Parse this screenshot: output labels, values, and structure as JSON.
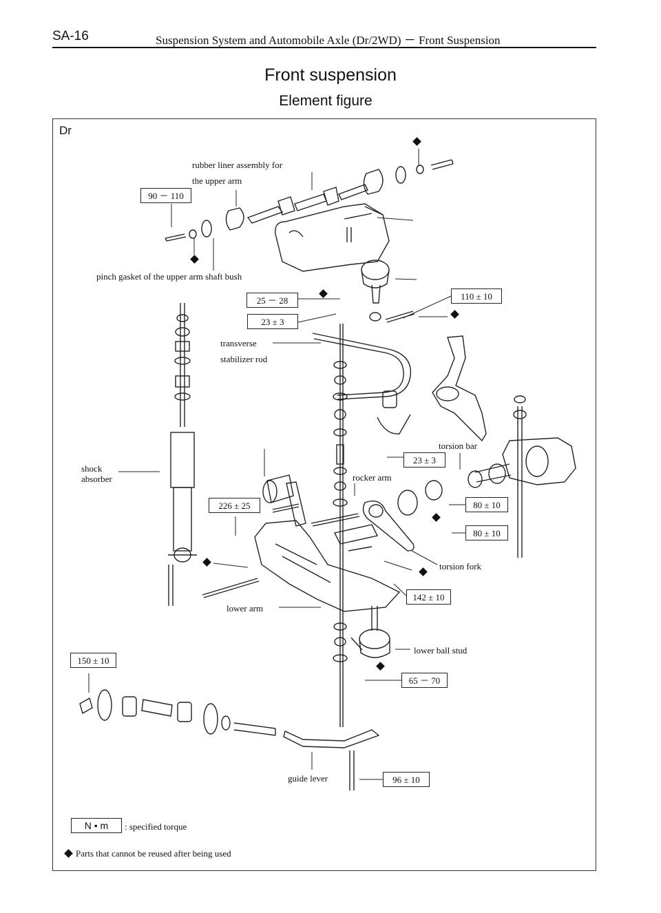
{
  "header": {
    "page_code": "SA-16",
    "title": "Suspension System and Automobile Axle (Dr/2WD) － Front Suspension"
  },
  "page_title": "Front  suspension",
  "subtitle": "Element figure",
  "variant": "Dr",
  "labels": {
    "rubber_liner": "rubber liner assembly for",
    "rubber_liner2": "the upper arm",
    "pinch_gasket": "pinch gasket of the upper arm shaft bush",
    "transverse": "transverse",
    "stabilizer": "stabilizer rod",
    "shock": "shock",
    "absorber": "absorber",
    "torsion_bar": "torsion bar",
    "rocker_arm": "rocker arm",
    "torsion_fork": "torsion fork",
    "lower_arm": "lower arm",
    "lower_ball_stud": "lower ball stud",
    "guide_lever": "guide lever"
  },
  "torques": {
    "t90_110": "90 － 110",
    "t25_28": "25 － 28",
    "t110": "110 ± 10",
    "t23a": "23 ± 3",
    "t23b": "23 ± 3",
    "t226": "226 ± 25",
    "t80a": "80 ± 10",
    "t80b": "80 ± 10",
    "t142": "142 ± 10",
    "t150": "150 ± 10",
    "t65_70": "65 － 70",
    "t96": "96 ± 10"
  },
  "legend": {
    "unit": "N • m",
    "unit_text": ": specified torque",
    "nonreusable_text": "Parts that cannot be reused after being used"
  }
}
